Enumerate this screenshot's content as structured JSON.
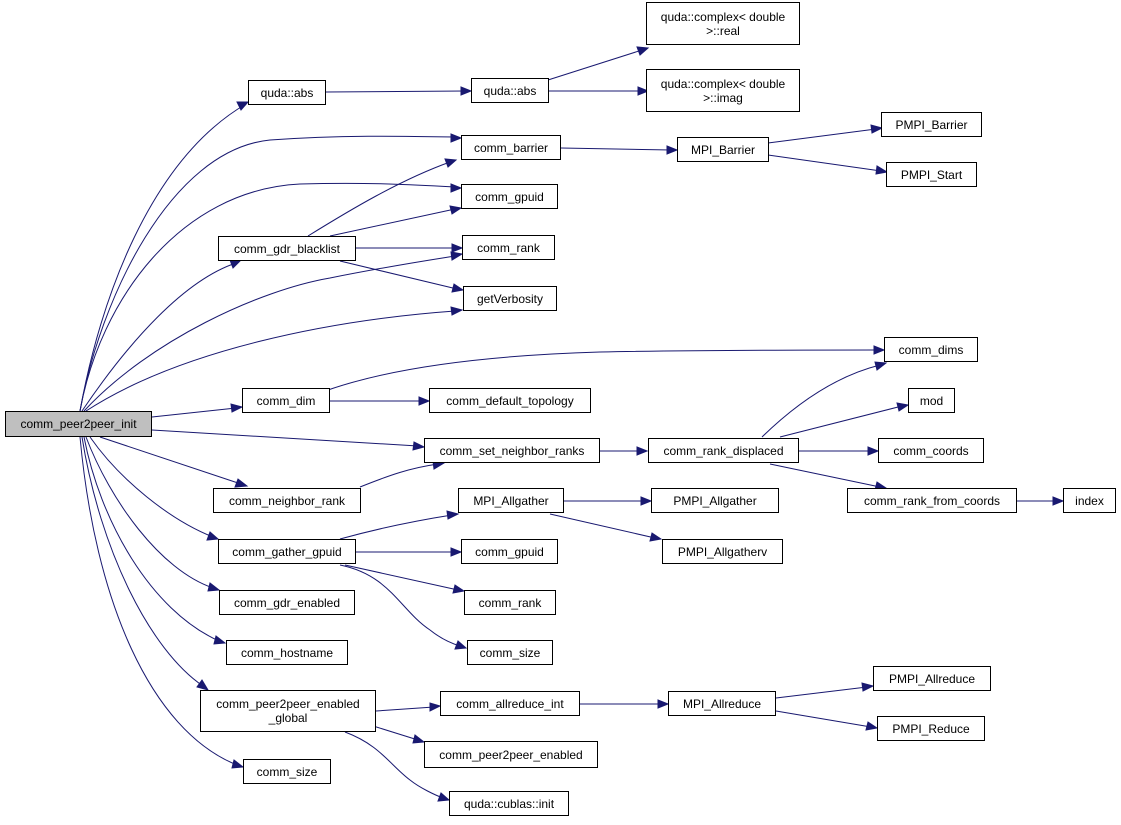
{
  "nodes": {
    "root": "comm_peer2peer_init",
    "quda_abs_1": "quda::abs",
    "quda_abs_2": "quda::abs",
    "complex_real": "quda::complex< double\n>::real",
    "complex_imag": "quda::complex< double\n>::imag",
    "comm_barrier": "comm_barrier",
    "mpi_barrier": "MPI_Barrier",
    "pmpi_barrier": "PMPI_Barrier",
    "pmpi_start": "PMPI_Start",
    "comm_gpuid_1": "comm_gpuid",
    "comm_gdr_blacklist": "comm_gdr_blacklist",
    "comm_rank_1": "comm_rank",
    "getverbosity": "getVerbosity",
    "comm_dims": "comm_dims",
    "comm_dim": "comm_dim",
    "comm_default_topology": "comm_default_topology",
    "mod": "mod",
    "comm_set_neighbor_ranks": "comm_set_neighbor_ranks",
    "comm_rank_displaced": "comm_rank_displaced",
    "comm_coords": "comm_coords",
    "comm_neighbor_rank": "comm_neighbor_rank",
    "comm_rank_from_coords": "comm_rank_from_coords",
    "index": "index",
    "mpi_allgather": "MPI_Allgather",
    "pmpi_allgather": "PMPI_Allgather",
    "comm_gather_gpuid": "comm_gather_gpuid",
    "pmpi_allgatherv": "PMPI_Allgatherv",
    "comm_gpuid_2": "comm_gpuid",
    "comm_gdr_enabled": "comm_gdr_enabled",
    "comm_rank_2": "comm_rank",
    "comm_size_1": "comm_size",
    "comm_hostname": "comm_hostname",
    "pmpi_allreduce": "PMPI_Allreduce",
    "comm_peer2peer_enabled_global": "comm_peer2peer_enabled\n_global",
    "comm_allreduce_int": "comm_allreduce_int",
    "mpi_allreduce": "MPI_Allreduce",
    "pmpi_reduce": "PMPI_Reduce",
    "comm_peer2peer_enabled": "comm_peer2peer_enabled",
    "comm_size_2": "comm_size",
    "quda_cublas_init": "quda::cublas::init"
  },
  "edge_color": "#191970",
  "root_fill": "#bfbfbf"
}
